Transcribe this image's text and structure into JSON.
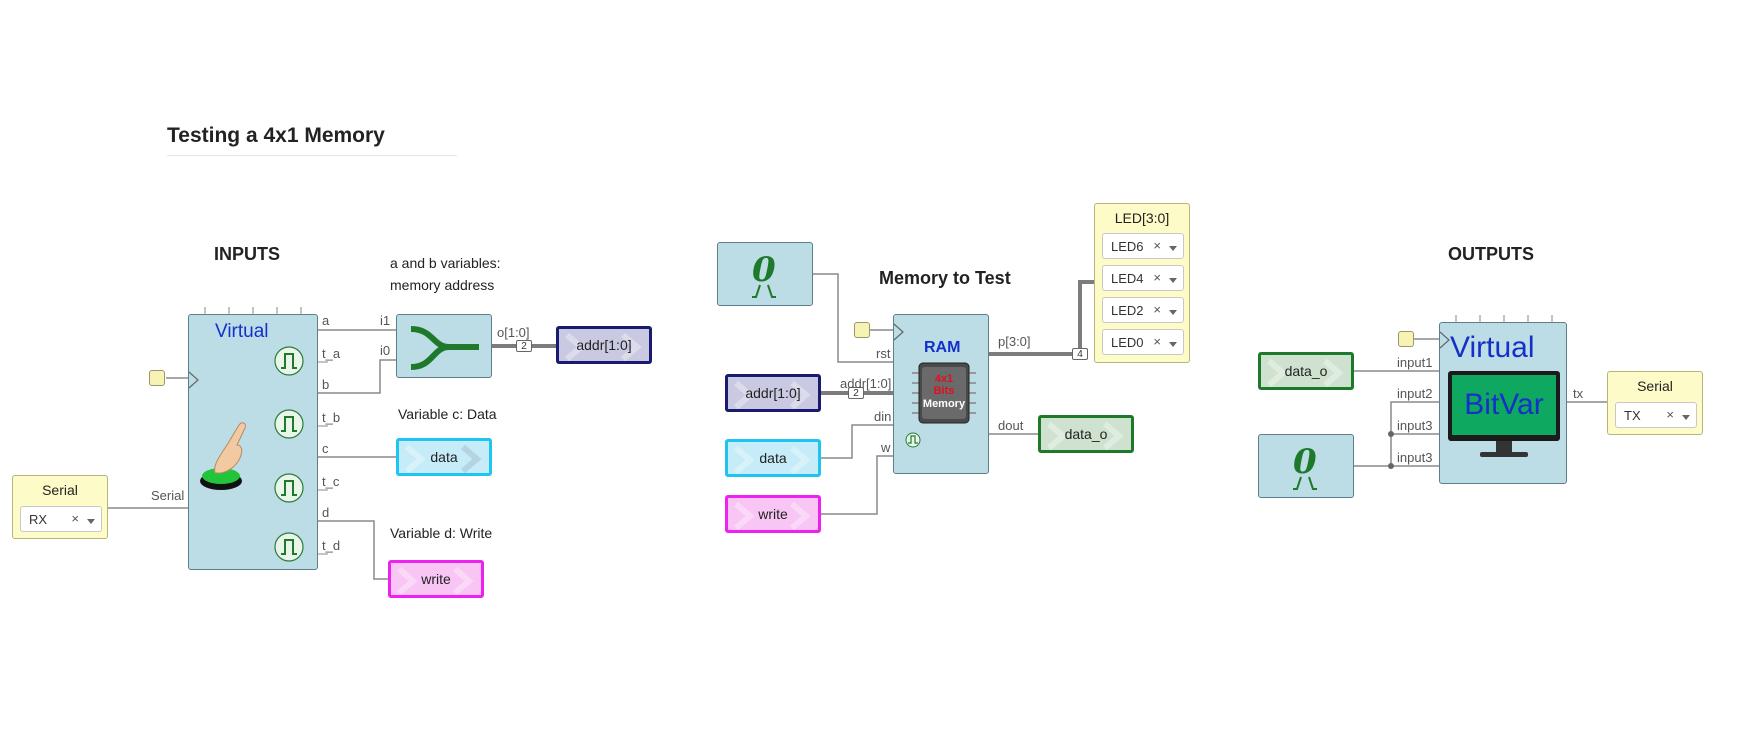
{
  "title": "Testing a 4x1 Memory",
  "headings": {
    "inputs": "INPUTS",
    "memory": "Memory to Test",
    "outputs": "OUTPUTS"
  },
  "comments": {
    "ab_line1": "a and b variables:",
    "ab_line2": "memory address",
    "c": "Variable c: Data",
    "d": "Variable d: Write"
  },
  "serial_in": {
    "title": "Serial",
    "value": "RX",
    "clear": "×",
    "port": "Serial"
  },
  "virtual_in": {
    "title": "Virtual",
    "pins": [
      "a",
      "t_a",
      "b",
      "t_b",
      "c",
      "t_c",
      "d",
      "t_d"
    ]
  },
  "joiner": {
    "in1": "i1",
    "in0": "i0",
    "out": "o[1:0]",
    "bus_width": "2"
  },
  "tags": {
    "addr_out": "addr[1:0]",
    "data_out": "data",
    "write_out": "write",
    "addr_in": "addr[1:0]",
    "data_in": "data",
    "write_in": "write",
    "data_o_out": "data_o",
    "data_o_in": "data_o"
  },
  "ram": {
    "title": "RAM",
    "chip_line1": "4x1",
    "chip_line2": "Bits",
    "chip_line3": "Memory",
    "pins": {
      "rst": "rst",
      "addr": "addr[1:0]",
      "din": "din",
      "w": "w",
      "p": "p[3:0]",
      "dout": "dout"
    },
    "addr_width": "2",
    "p_width": "4"
  },
  "led_box": {
    "title": "LED[3:0]",
    "items": [
      "LED6",
      "LED4",
      "LED2",
      "LED0"
    ],
    "clear": "×"
  },
  "virtual_out": {
    "title": "Virtual",
    "screen_text": "BitVar",
    "pins": [
      "input1",
      "input2",
      "input3",
      "input3"
    ],
    "out_pin": "tx"
  },
  "serial_out": {
    "title": "Serial",
    "value": "TX",
    "clear": "×"
  },
  "constants": {
    "zero_symbol": "0"
  },
  "colors": {
    "block_fill": "#bcdde6",
    "tag_navy": "#1a1a6e",
    "tag_cyan": "#1fc4f0",
    "tag_magenta": "#ee22ee",
    "tag_green": "#1e7a2a",
    "virtual_blue": "#1530c8",
    "screen_green": "#0fa860"
  }
}
